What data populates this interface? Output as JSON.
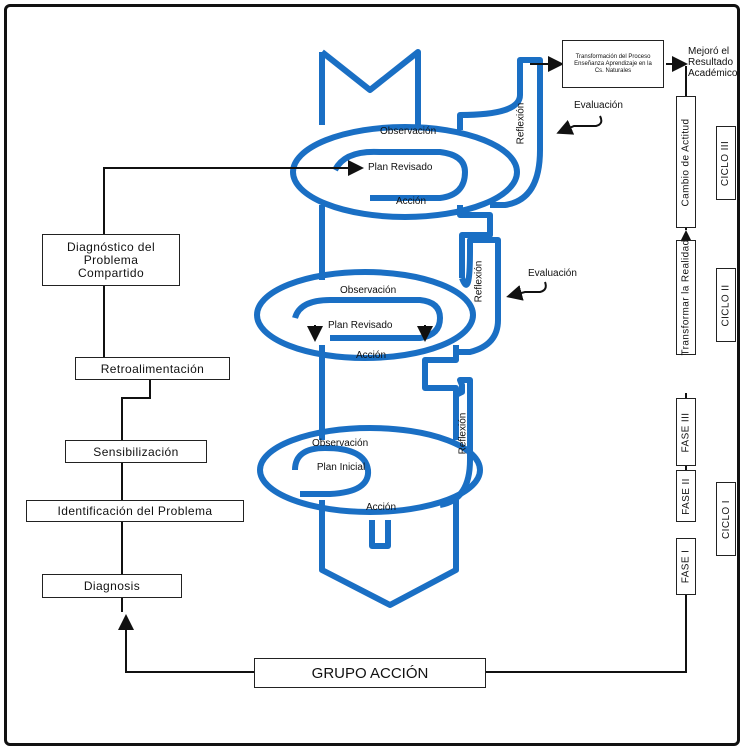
{
  "left_boxes": {
    "diagnostico": "Diagnóstico del Problema Compartido",
    "retro": "Retroalimentación",
    "sensib": "Sensibilización",
    "identif": "Identificación del Problema",
    "diagnosis": "Diagnosis"
  },
  "grupo": "GRUPO ACCIÓN",
  "spiral": {
    "top": {
      "obs": "Observación",
      "plan": "Plan Revisado",
      "accion": "Acción",
      "reflexion": "Reflexión"
    },
    "mid": {
      "obs": "Observación",
      "plan": "Plan Revisado",
      "accion": "Acción",
      "reflexion": "Reflexión"
    },
    "bot": {
      "obs": "Observación",
      "plan": "Plan Inicial",
      "accion": "Acción",
      "reflexion": "Reflexión"
    }
  },
  "evaluacion_1": "Evaluación",
  "evaluacion_2": "Evaluación",
  "transform_box": "Transformación del Proceso Enseñanza Aprendizaje en la Cs. Naturales",
  "mejoro": "Mejoró el Resultado Académico",
  "right": {
    "cambio": "Cambio de Actitud",
    "transformar": "Transformar la Realidad",
    "fase3": "FASE III",
    "fase2": "FASE II",
    "fase1": "FASE I",
    "ciclo3": "CICLO III",
    "ciclo2": "CICLO II",
    "ciclo1": "CICLO I"
  },
  "colors": {
    "spiral": "#1a6fc4",
    "line": "#111111"
  }
}
